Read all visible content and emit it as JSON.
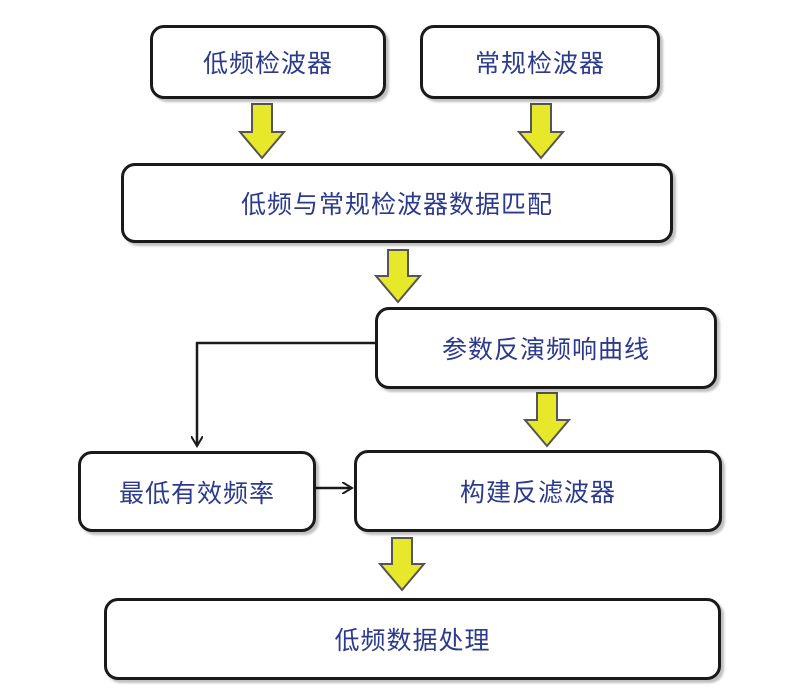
{
  "nodes": {
    "low_freq_detector": "低频检波器",
    "conventional_detector": "常规检波器",
    "data_matching": "低频与常规检波器数据匹配",
    "inverse_response": "参数反演频响曲线",
    "min_effective_freq": "最低有效频率",
    "build_inverse_filter": "构建反滤波器",
    "low_freq_processing": "低频数据处理"
  },
  "colors": {
    "text": "#2b3a8c",
    "border": "#1a1a1a",
    "arrow_fill": "#e8e82a",
    "arrow_stroke": "#555555"
  }
}
